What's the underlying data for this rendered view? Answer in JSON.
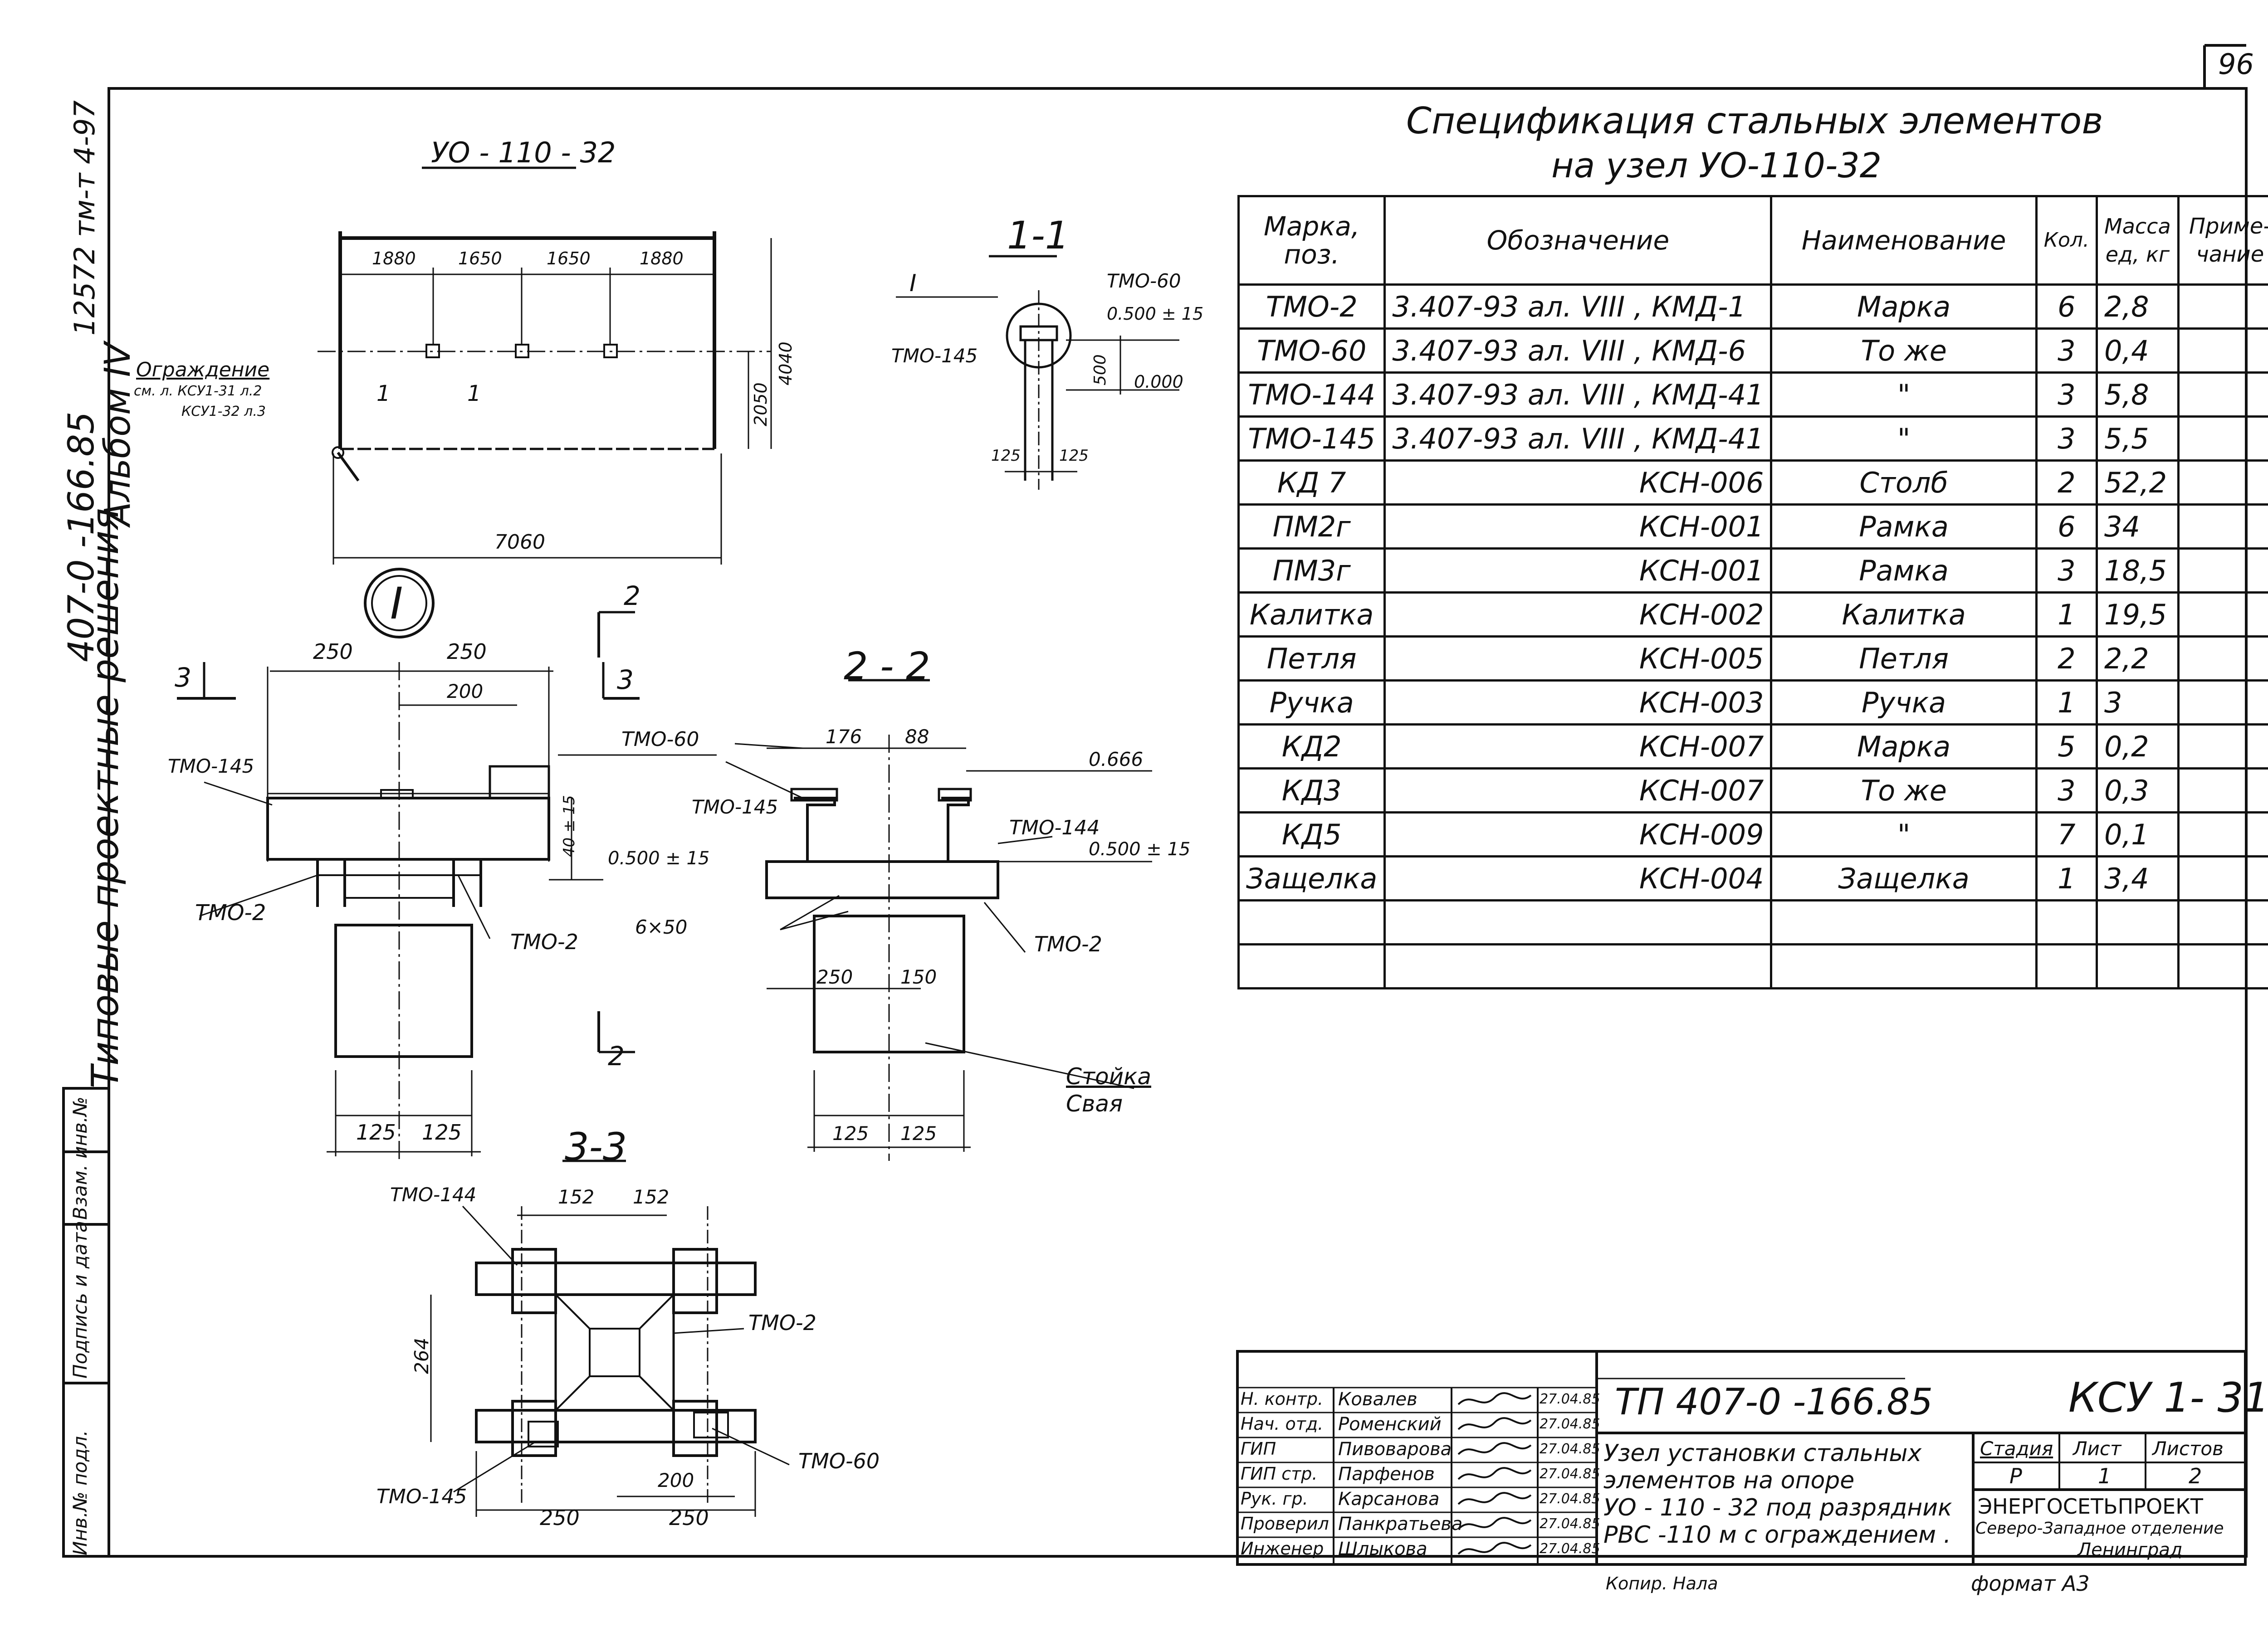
{
  "page_number": "96",
  "side_stamp": {
    "album_code": "12572 тм-т 4-97",
    "project": "407-0 -166.85",
    "album": "Альбом IV",
    "series": "Типовые проектные решения"
  },
  "left_margin_stamp": {
    "labels": [
      "Инв.№ подл.",
      "Подпись и дата",
      "Взам. инв.№"
    ]
  },
  "plan_view": {
    "title": "УО - 110 - 32",
    "dims_top": [
      "1880",
      "1650",
      "1650",
      "1880"
    ],
    "dim_bottom": "7060",
    "dim_right_outer": "4040",
    "dim_right_inner": "2050",
    "fence_label": "Ограждение",
    "fence_ref_1": "см. л. КСУ1-31 л.2",
    "fence_ref_2": "КСУ1-32 л.3",
    "section_marks": [
      "1",
      "1"
    ]
  },
  "section_1_1": {
    "title": "1-1",
    "callout": "I",
    "labels": [
      "ТМО-60",
      "ТМО-145"
    ],
    "elev_1": "0.500 ± 15",
    "elev_2": "0.000",
    "dim_500": "500",
    "dims_bottom": [
      "125",
      "125"
    ]
  },
  "detail_I": {
    "mark": "I",
    "dims_top": [
      "250",
      "250"
    ],
    "dim_200": "200",
    "cut_marks": [
      "2",
      "3",
      "3",
      "2"
    ],
    "labels": [
      "ТМО-145",
      "ТМО-60",
      "ТМО-2",
      "ТМО-2"
    ],
    "dim_side": "40 ± 15",
    "elev": "0.500 ± 15",
    "dims_bottom": [
      "125",
      "125"
    ]
  },
  "section_2_2": {
    "title": "2 - 2",
    "dims_top": [
      "176",
      "88"
    ],
    "elev_top": "0.666",
    "elev_mid": "0.500 ± 15",
    "labels": [
      "ТМО-145",
      "ТМО-144",
      "ТМО-2"
    ],
    "weld": "6×50",
    "dims_mid": [
      "250",
      "150"
    ],
    "dims_bottom": [
      "125",
      "125"
    ],
    "post_label": "Стойка",
    "pile_label": "Свая"
  },
  "section_3_3": {
    "title": "3-3",
    "dims_top": [
      "152",
      "152"
    ],
    "dim_side": "264",
    "dim_mid": "200",
    "dims_bottom": [
      "250",
      "250"
    ],
    "labels": [
      "ТМО-144",
      "ТМО-2",
      "ТМО-60",
      "ТМО-145"
    ]
  },
  "spec": {
    "title_line1": "Спецификация   стальных   элементов",
    "title_line2": "на   узел   УО-110-32",
    "headers": [
      "Марка, поз.",
      "Обозначение",
      "Наименование",
      "Кол.",
      "Масса ед, кг",
      "Приме-чание"
    ],
    "rows": [
      [
        "ТМО-2",
        "3.407-93  ал. VIII , КМД-1",
        "Марка",
        "6",
        "2,8",
        ""
      ],
      [
        "ТМО-60",
        "3.407-93  ал. VIII , КМД-6",
        "То же",
        "3",
        "0,4",
        ""
      ],
      [
        "ТМО-144",
        "3.407-93  ал. VIII , КМД-41",
        "\"",
        "3",
        "5,8",
        ""
      ],
      [
        "ТМО-145",
        "3.407-93  ал. VIII , КМД-41",
        "\"",
        "3",
        "5,5",
        ""
      ],
      [
        "КД 7",
        "КСН-006",
        "Столб",
        "2",
        "52,2",
        ""
      ],
      [
        "ПМ2г",
        "КСН-001",
        "Рамка",
        "6",
        "34",
        ""
      ],
      [
        "ПМ3г",
        "КСН-001",
        "Рамка",
        "3",
        "18,5",
        ""
      ],
      [
        "Калитка",
        "КСН-002",
        "Калитка",
        "1",
        "19,5",
        ""
      ],
      [
        "Петля",
        "КСН-005",
        "Петля",
        "2",
        "2,2",
        ""
      ],
      [
        "Ручка",
        "КСН-003",
        "Ручка",
        "1",
        "3",
        ""
      ],
      [
        "КД2",
        "КСН-007",
        "Марка",
        "5",
        "0,2",
        ""
      ],
      [
        "КД3",
        "КСН-007",
        "То же",
        "3",
        "0,3",
        ""
      ],
      [
        "КД5",
        "КСН-009",
        "\"",
        "7",
        "0,1",
        ""
      ],
      [
        "Защелка",
        "КСН-004",
        "Защелка",
        "1",
        "3,4",
        ""
      ],
      [
        "",
        "",
        "",
        "",
        "",
        ""
      ],
      [
        "",
        "",
        "",
        "",
        "",
        ""
      ]
    ]
  },
  "title_block": {
    "roles": [
      "Н. контр.",
      "Нач. отд.",
      "ГИП",
      "ГИП стр.",
      "Рук. гр.",
      "Проверил",
      "Инженер"
    ],
    "names": [
      "Ковалев",
      "Роменский",
      "Пивоварова",
      "Парфенов",
      "Карсанова",
      "Панкратьева",
      "Шлыкова"
    ],
    "dates": [
      "27.04.85",
      "27.04.85",
      "27.04.85",
      "27.04.85",
      "27.04.85",
      "27.04.85",
      "27.04.85"
    ],
    "doc_code": "ТП 407-0 -166.85",
    "sheet_code": "КСУ 1- 31",
    "description": [
      "Узел установки стальных",
      "элементов на опоре",
      "УО - 110 - 32 под разрядник",
      "РВС -110 м с ограждением ."
    ],
    "stage_label": "Стадия",
    "sheet_label": "Лист",
    "sheets_label": "Листов",
    "stage": "Р",
    "sheet": "1",
    "sheets": "2",
    "org": "ЭНЕРГОСЕТЬПРОЕКТ",
    "org_sub": "Северо-Западное отделение",
    "city": "Ленинград",
    "copied": "Копир. Нала",
    "format": "формат А3"
  }
}
